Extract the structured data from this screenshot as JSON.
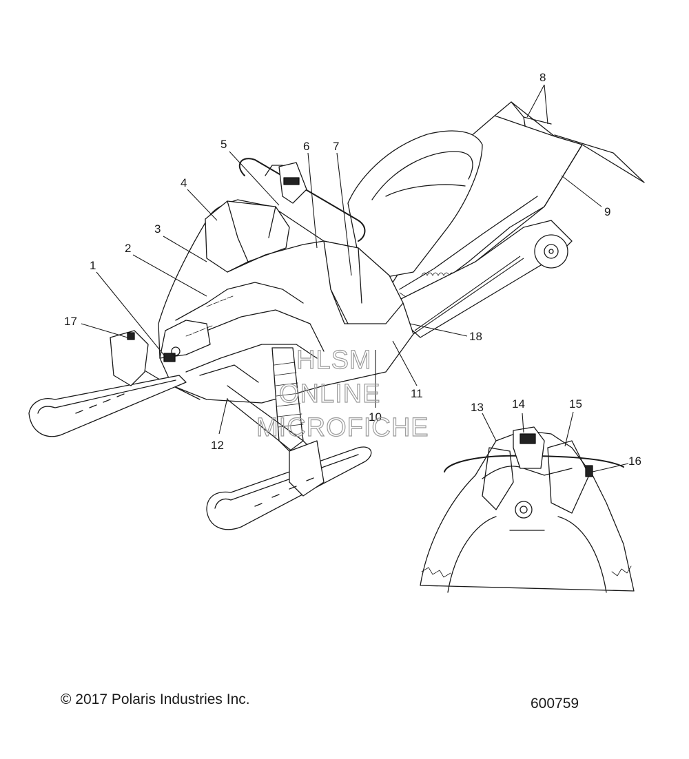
{
  "callouts": [
    "1",
    "2",
    "3",
    "4",
    "5",
    "6",
    "7",
    "8",
    "9",
    "10",
    "11",
    "12",
    "13",
    "14",
    "15",
    "16",
    "17",
    "18"
  ],
  "watermark": [
    "HLSM",
    "ONLINE",
    "MICROFICHE"
  ],
  "footer": {
    "copyright": "© 2017 Polaris Industries Inc.",
    "figure_number": "600759"
  }
}
